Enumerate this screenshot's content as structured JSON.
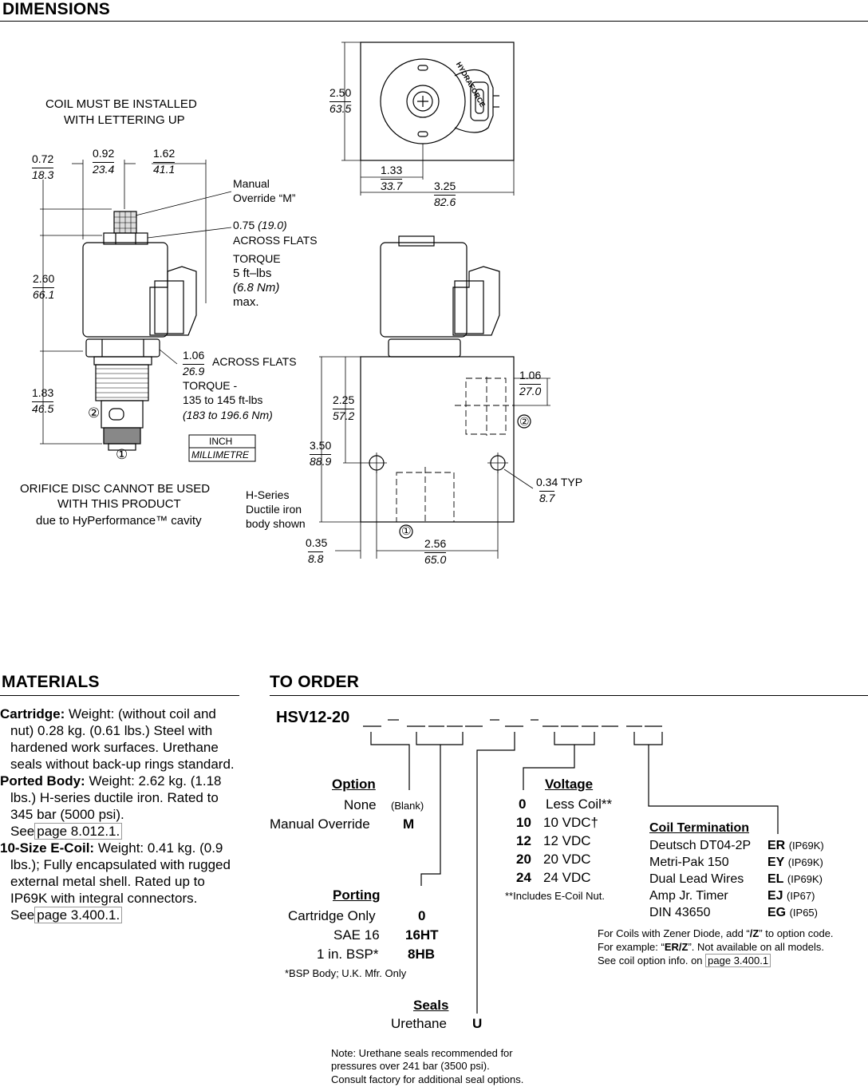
{
  "headings": {
    "dimensions": "DIMENSIONS",
    "materials": "MATERIALS",
    "to_order": "TO ORDER"
  },
  "drawing": {
    "coil_note_1": "COIL MUST BE INSTALLED",
    "coil_note_2": "WITH LETTERING UP",
    "dims_left": {
      "d072": "0.72",
      "d183": "18.3",
      "d092": "0.92",
      "d234": "23.4",
      "d162": "1.62",
      "d411": "41.1",
      "d260": "2.60",
      "d661": "66.1",
      "d183b": "1.83",
      "d465": "46.5"
    },
    "manual_override_1": "Manual",
    "manual_override_2": "Override “M”",
    "flats_075": "0.75",
    "flats_075_mm": "(19.0)",
    "across_flats": "ACROSS FLATS",
    "torque_label": "TORQUE",
    "torque_val_1": "5  ft–lbs",
    "torque_val_2": "(6.8  Nm)",
    "torque_val_3": "max.",
    "flats_106": "1.06",
    "flats_106_mm": "26.9",
    "across_flats_2": "ACROSS FLATS",
    "torque2_label": "TORQUE -",
    "torque2_val": "135 to 145 ft-lbs",
    "torque2_mm": "(183 to 196.6 Nm)",
    "port_2": "②",
    "port_1": "①",
    "inch": "INCH",
    "millimetre": "MILLIMETRE",
    "orifice_1": "ORIFICE DISC CANNOT BE USED",
    "orifice_2": "WITH THIS PRODUCT",
    "orifice_3": "due to HyPerformance™ cavity",
    "hseries_1": "H-Series",
    "hseries_2": "Ductile iron",
    "hseries_3": "body shown",
    "brand": "HYDRAFORCE",
    "dims_top": {
      "d250": "2.50",
      "d635": "63.5",
      "d133": "1.33",
      "d337": "33.7",
      "d325": "3.25",
      "d826": "82.6"
    },
    "dims_body": {
      "d225": "2.25",
      "d572": "57.2",
      "d350": "3.50",
      "d889": "88.9",
      "d106": "1.06",
      "d270": "27.0",
      "d034": "0.34 TYP",
      "d87": "8.7",
      "d035": "0.35",
      "d88": "8.8",
      "d256": "2.56",
      "d650": "65.0"
    }
  },
  "materials": {
    "cartridge_label": "Cartridge:",
    "cartridge_text": "Weight: (without coil and nut) 0.28 kg. (0.61 lbs.) Steel with hardened work surfaces. Urethane seals without back-up rings standard.",
    "ported_label": "Ported Body:",
    "ported_text": "Weight: 2.62 kg. (1.18 lbs.) H-series ductile iron. Rated to 345 bar (5000 psi).",
    "ported_see": "See",
    "ported_ref": "page 8.012.1.",
    "coil_label": "10-Size E-Coil:",
    "coil_text": "Weight: 0.41 kg. (0.9 lbs.); Fully encapsulated with rugged external metal shell. Rated up to IP69K with integral connectors.",
    "coil_see": "See",
    "coil_ref": "page 3.400.1."
  },
  "order": {
    "model": "HSV12-20",
    "option": {
      "title": "Option",
      "none": "None",
      "none_code": "(Blank)",
      "mo": "Manual Override",
      "mo_code": "M"
    },
    "porting": {
      "title": "Porting",
      "c": "Cartridge Only",
      "c_code": "0",
      "sae": "SAE 16",
      "sae_code": "16HT",
      "bsp": "1 in. BSP*",
      "bsp_code": "8HB",
      "note": "*BSP Body; U.K. Mfr. Only"
    },
    "seals": {
      "title": "Seals",
      "u": "Urethane",
      "u_code": "U"
    },
    "note_1": "Note:  Urethane seals recommended for",
    "note_2": "pressures over 241 bar (3500 psi).",
    "note_3": "Consult factory for additional seal options.",
    "voltage": {
      "title": "Voltage",
      "rows": [
        {
          "code": "0",
          "label": "Less Coil**"
        },
        {
          "code": "10",
          "label": "10 VDC†"
        },
        {
          "code": "12",
          "label": "12 VDC"
        },
        {
          "code": "20",
          "label": "20 VDC"
        },
        {
          "code": "24",
          "label": "24 VDC"
        }
      ],
      "note": "**Includes E-Coil Nut."
    },
    "coil_term": {
      "title": "Coil Termination",
      "rows": [
        {
          "label": "Deutsch DT04-2P",
          "code": "ER",
          "ip": "(IP69K)"
        },
        {
          "label": "Metri-Pak 150",
          "code": "EY",
          "ip": "(IP69K)"
        },
        {
          "label": "Dual Lead Wires",
          "code": "EL",
          "ip": "(IP69K)"
        },
        {
          "label": "Amp Jr. Timer",
          "code": "EJ",
          "ip": "(IP67)"
        },
        {
          "label": "DIN 43650",
          "code": "EG",
          "ip": "(IP65)"
        }
      ]
    },
    "zener_1a": "For Coils with Zener Diode, add “",
    "zener_1b": "/Z",
    "zener_1c": "” to option code.",
    "zener_2a": "For example: “",
    "zener_2b": "ER/Z",
    "zener_2c": "”. Not available on all models.",
    "zener_3a": "See coil option info. on",
    "zener_3b": "page 3.400.1"
  }
}
